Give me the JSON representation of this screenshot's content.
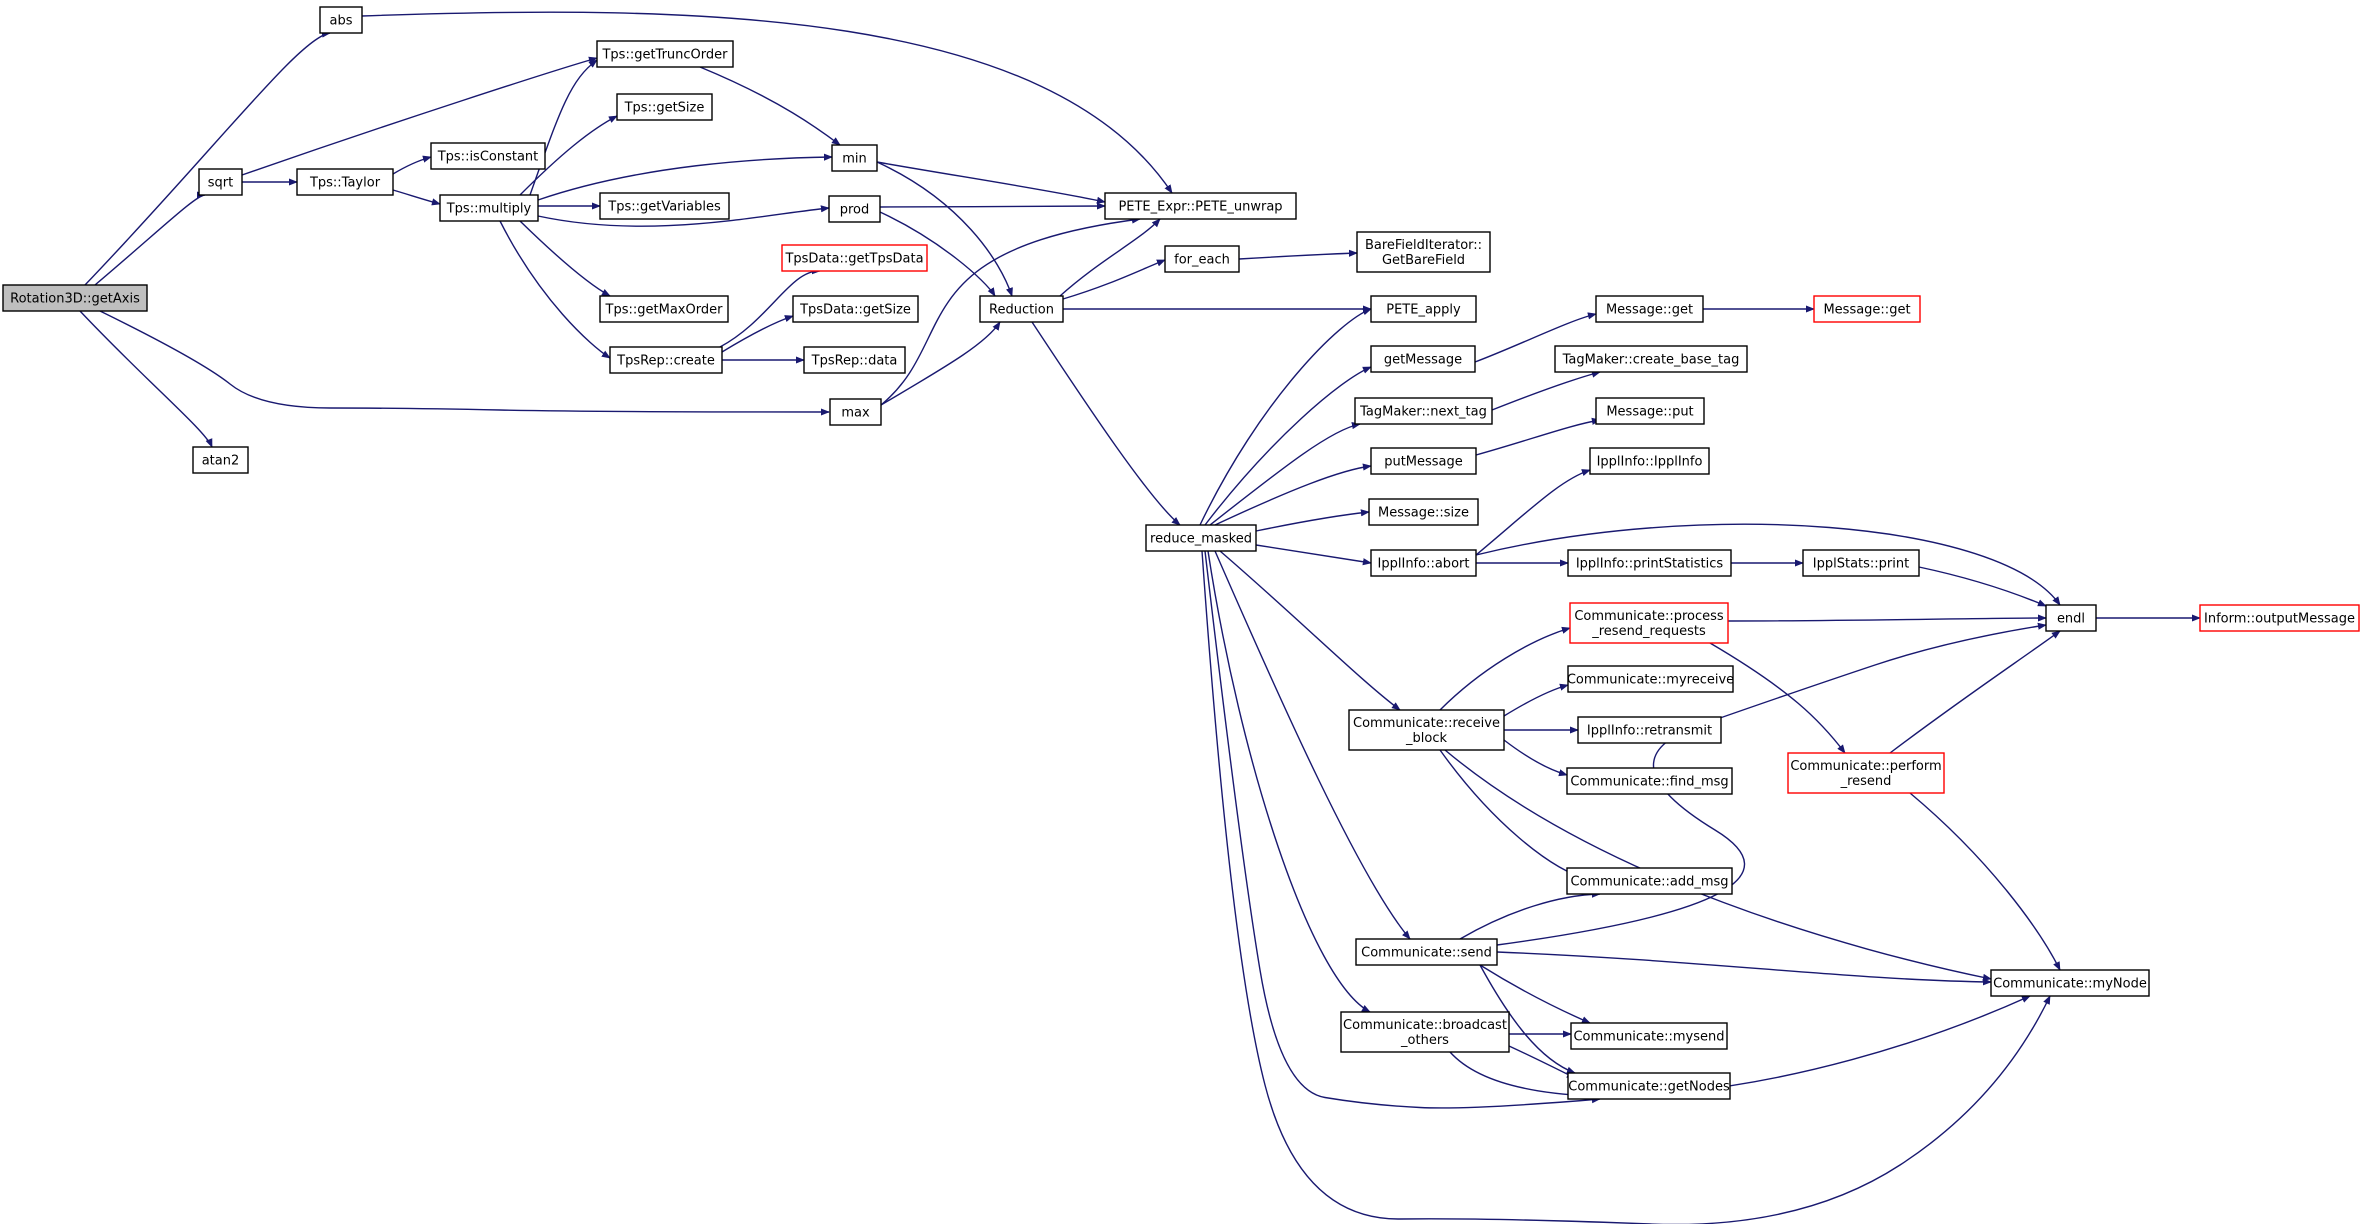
{
  "graph": {
    "root": "Rotation3D::getAxis",
    "colors": {
      "edge": "#191970",
      "node_border": "#000000",
      "incomplete_border": "#ff0000",
      "root_fill": "#bfbfbf"
    },
    "nodes": [
      {
        "id": "getAxis",
        "lines": [
          "Rotation3D::getAxis"
        ],
        "root": true
      },
      {
        "id": "abs",
        "lines": [
          "abs"
        ]
      },
      {
        "id": "sqrt",
        "lines": [
          "sqrt"
        ]
      },
      {
        "id": "atan2",
        "lines": [
          "atan2"
        ]
      },
      {
        "id": "getTruncOrder",
        "lines": [
          "Tps::getTruncOrder"
        ]
      },
      {
        "id": "getSize",
        "lines": [
          "Tps::getSize"
        ]
      },
      {
        "id": "isConstant",
        "lines": [
          "Tps::isConstant"
        ]
      },
      {
        "id": "taylor",
        "lines": [
          "Tps::Taylor"
        ]
      },
      {
        "id": "multiply",
        "lines": [
          "Tps::multiply"
        ]
      },
      {
        "id": "getVariables",
        "lines": [
          "Tps::getVariables"
        ]
      },
      {
        "id": "getMaxOrder",
        "lines": [
          "Tps::getMaxOrder"
        ]
      },
      {
        "id": "tpsrepCreate",
        "lines": [
          "TpsRep::create"
        ]
      },
      {
        "id": "getTpsData",
        "lines": [
          "TpsData::getTpsData"
        ],
        "red": true
      },
      {
        "id": "tpsdataGetSize",
        "lines": [
          "TpsData::getSize"
        ]
      },
      {
        "id": "tpsrepData",
        "lines": [
          "TpsRep::data"
        ]
      },
      {
        "id": "min",
        "lines": [
          "min"
        ]
      },
      {
        "id": "prod",
        "lines": [
          "prod"
        ]
      },
      {
        "id": "max",
        "lines": [
          "max"
        ]
      },
      {
        "id": "reduction",
        "lines": [
          "Reduction"
        ]
      },
      {
        "id": "peteUnwrap",
        "lines": [
          "PETE_Expr::PETE_unwrap"
        ]
      },
      {
        "id": "forEach",
        "lines": [
          "for_each"
        ]
      },
      {
        "id": "getBareField",
        "lines": [
          "BareFieldIterator::",
          "GetBareField"
        ]
      },
      {
        "id": "peteApply",
        "lines": [
          "PETE_apply"
        ]
      },
      {
        "id": "reduceMasked",
        "lines": [
          "reduce_masked"
        ]
      },
      {
        "id": "getMessage",
        "lines": [
          "getMessage"
        ]
      },
      {
        "id": "messageGet",
        "lines": [
          "Message::get"
        ]
      },
      {
        "id": "messageGet2",
        "lines": [
          "Message::get"
        ],
        "red": true
      },
      {
        "id": "nextTag",
        "lines": [
          "TagMaker::next_tag"
        ]
      },
      {
        "id": "createBaseTag",
        "lines": [
          "TagMaker::create_base_tag"
        ]
      },
      {
        "id": "putMessage",
        "lines": [
          "putMessage"
        ]
      },
      {
        "id": "messagePut",
        "lines": [
          "Message::put"
        ]
      },
      {
        "id": "messageSize",
        "lines": [
          "Message::size"
        ]
      },
      {
        "id": "ipplAbort",
        "lines": [
          "IpplInfo::abort"
        ]
      },
      {
        "id": "ipplInfo",
        "lines": [
          "IpplInfo::IpplInfo"
        ]
      },
      {
        "id": "printStatistics",
        "lines": [
          "IpplInfo::printStatistics"
        ]
      },
      {
        "id": "statsPrint",
        "lines": [
          "IpplStats::print"
        ]
      },
      {
        "id": "endl",
        "lines": [
          "endl"
        ]
      },
      {
        "id": "outputMessage",
        "lines": [
          "Inform::outputMessage"
        ],
        "red": true
      },
      {
        "id": "processResend",
        "lines": [
          "Communicate::process",
          "_resend_requests"
        ],
        "red": true
      },
      {
        "id": "receiveBlock",
        "lines": [
          "Communicate::receive",
          "_block"
        ]
      },
      {
        "id": "myreceive",
        "lines": [
          "Communicate::myreceive"
        ]
      },
      {
        "id": "retransmit",
        "lines": [
          "IpplInfo::retransmit"
        ]
      },
      {
        "id": "findMsg",
        "lines": [
          "Communicate::find_msg"
        ]
      },
      {
        "id": "performResend",
        "lines": [
          "Communicate::perform",
          "_resend"
        ],
        "red": true
      },
      {
        "id": "addMsg",
        "lines": [
          "Communicate::add_msg"
        ]
      },
      {
        "id": "send",
        "lines": [
          "Communicate::send"
        ]
      },
      {
        "id": "myNode",
        "lines": [
          "Communicate::myNode"
        ]
      },
      {
        "id": "broadcastOthers",
        "lines": [
          "Communicate::broadcast",
          "_others"
        ]
      },
      {
        "id": "mysend",
        "lines": [
          "Communicate::mysend"
        ]
      },
      {
        "id": "getNodes",
        "lines": [
          "Communicate::getNodes"
        ]
      }
    ],
    "edges": [
      [
        "getAxis",
        "abs"
      ],
      [
        "getAxis",
        "sqrt"
      ],
      [
        "getAxis",
        "max"
      ],
      [
        "getAxis",
        "atan2"
      ],
      [
        "abs",
        "peteUnwrap"
      ],
      [
        "sqrt",
        "getTruncOrder"
      ],
      [
        "sqrt",
        "taylor"
      ],
      [
        "taylor",
        "isConstant"
      ],
      [
        "taylor",
        "multiply"
      ],
      [
        "multiply",
        "getTruncOrder"
      ],
      [
        "multiply",
        "getSize"
      ],
      [
        "multiply",
        "min"
      ],
      [
        "multiply",
        "getVariables"
      ],
      [
        "multiply",
        "prod"
      ],
      [
        "multiply",
        "getMaxOrder"
      ],
      [
        "multiply",
        "tpsrepCreate"
      ],
      [
        "getTruncOrder",
        "min"
      ],
      [
        "tpsrepCreate",
        "getTpsData"
      ],
      [
        "tpsrepCreate",
        "tpsdataGetSize"
      ],
      [
        "tpsrepCreate",
        "tpsrepData"
      ],
      [
        "min",
        "peteUnwrap"
      ],
      [
        "min",
        "reduction"
      ],
      [
        "prod",
        "peteUnwrap"
      ],
      [
        "prod",
        "reduction"
      ],
      [
        "max",
        "peteUnwrap"
      ],
      [
        "max",
        "reduction"
      ],
      [
        "reduction",
        "peteUnwrap"
      ],
      [
        "reduction",
        "forEach"
      ],
      [
        "reduction",
        "peteApply"
      ],
      [
        "reduction",
        "reduceMasked"
      ],
      [
        "forEach",
        "getBareField"
      ],
      [
        "reduceMasked",
        "peteApply"
      ],
      [
        "reduceMasked",
        "getMessage"
      ],
      [
        "reduceMasked",
        "nextTag"
      ],
      [
        "reduceMasked",
        "putMessage"
      ],
      [
        "reduceMasked",
        "messageSize"
      ],
      [
        "reduceMasked",
        "ipplAbort"
      ],
      [
        "reduceMasked",
        "receiveBlock"
      ],
      [
        "reduceMasked",
        "send"
      ],
      [
        "reduceMasked",
        "broadcastOthers"
      ],
      [
        "reduceMasked",
        "getNodes"
      ],
      [
        "reduceMasked",
        "myNode"
      ],
      [
        "getMessage",
        "messageGet"
      ],
      [
        "messageGet",
        "messageGet2"
      ],
      [
        "nextTag",
        "createBaseTag"
      ],
      [
        "putMessage",
        "messagePut"
      ],
      [
        "ipplAbort",
        "ipplInfo"
      ],
      [
        "ipplAbort",
        "printStatistics"
      ],
      [
        "ipplAbort",
        "endl"
      ],
      [
        "printStatistics",
        "statsPrint"
      ],
      [
        "statsPrint",
        "endl"
      ],
      [
        "endl",
        "outputMessage"
      ],
      [
        "receiveBlock",
        "processResend"
      ],
      [
        "receiveBlock",
        "myreceive"
      ],
      [
        "receiveBlock",
        "retransmit"
      ],
      [
        "receiveBlock",
        "findMsg"
      ],
      [
        "receiveBlock",
        "addMsg"
      ],
      [
        "receiveBlock",
        "myNode"
      ],
      [
        "processResend",
        "endl"
      ],
      [
        "processResend",
        "performResend"
      ],
      [
        "performResend",
        "endl"
      ],
      [
        "performResend",
        "myNode"
      ],
      [
        "send",
        "addMsg"
      ],
      [
        "send",
        "endl"
      ],
      [
        "send",
        "myNode"
      ],
      [
        "send",
        "mysend"
      ],
      [
        "send",
        "getNodes"
      ],
      [
        "broadcastOthers",
        "mysend"
      ],
      [
        "broadcastOthers",
        "getNodes"
      ],
      [
        "broadcastOthers",
        "myNode"
      ]
    ]
  }
}
